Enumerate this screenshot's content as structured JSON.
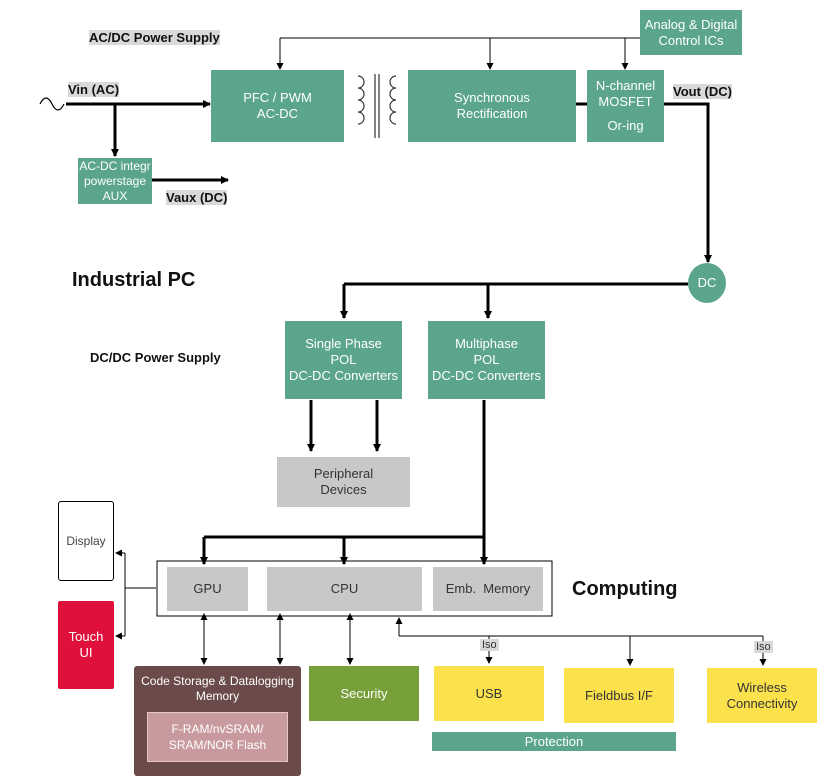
{
  "labels": {
    "acdc_supply": "AC/DC Power Supply",
    "vin": "Vin (AC)",
    "vout": "Vout (DC)",
    "vaux": "Vaux (DC)",
    "industrial_pc": "Industrial PC",
    "dcdc_supply": "DC/DC Power Supply",
    "computing": "Computing",
    "iso_usb": "Iso",
    "iso_wireless": "Iso"
  },
  "blocks": {
    "analog_control": [
      "Analog & Digital",
      "Control ICs"
    ],
    "pfc_pwm": [
      "PFC / PWM",
      "AC-DC"
    ],
    "sync_rect": [
      "Synchronous",
      "Rectification"
    ],
    "mosfet": [
      "N-channel",
      "MOSFET",
      "",
      "Or-ing"
    ],
    "aux": [
      "AC-DC integr",
      "powerstage",
      "AUX"
    ],
    "dc_node": "DC",
    "single_phase": [
      "Single Phase",
      "POL",
      "DC-DC Converters"
    ],
    "multiphase": [
      "Multiphase",
      "POL",
      "DC-DC Converters"
    ],
    "peripheral": [
      "Peripheral",
      "Devices"
    ],
    "display": "Display",
    "touch_ui": [
      "Touch",
      "UI"
    ],
    "gpu": "GPU",
    "cpu": "CPU",
    "emb_memory": "Emb.  Memory",
    "code_storage": [
      "Code Storage & Datalogging",
      "Memory"
    ],
    "fram": [
      "F-RAM/nvSRAM/",
      "SRAM/NOR Flash"
    ],
    "security": "Security",
    "usb": "USB",
    "fieldbus": "Fieldbus I/F",
    "wireless": [
      "Wireless",
      "Connectivity"
    ],
    "protection": "Protection"
  },
  "colors": {
    "teal": "#5ba58d",
    "gray": "#c8c8c8",
    "yellow": "#fbe24c",
    "red": "#e0103c",
    "olive": "#77a03a",
    "brown": "#6b4a4a",
    "pink": "#c89a9e"
  }
}
